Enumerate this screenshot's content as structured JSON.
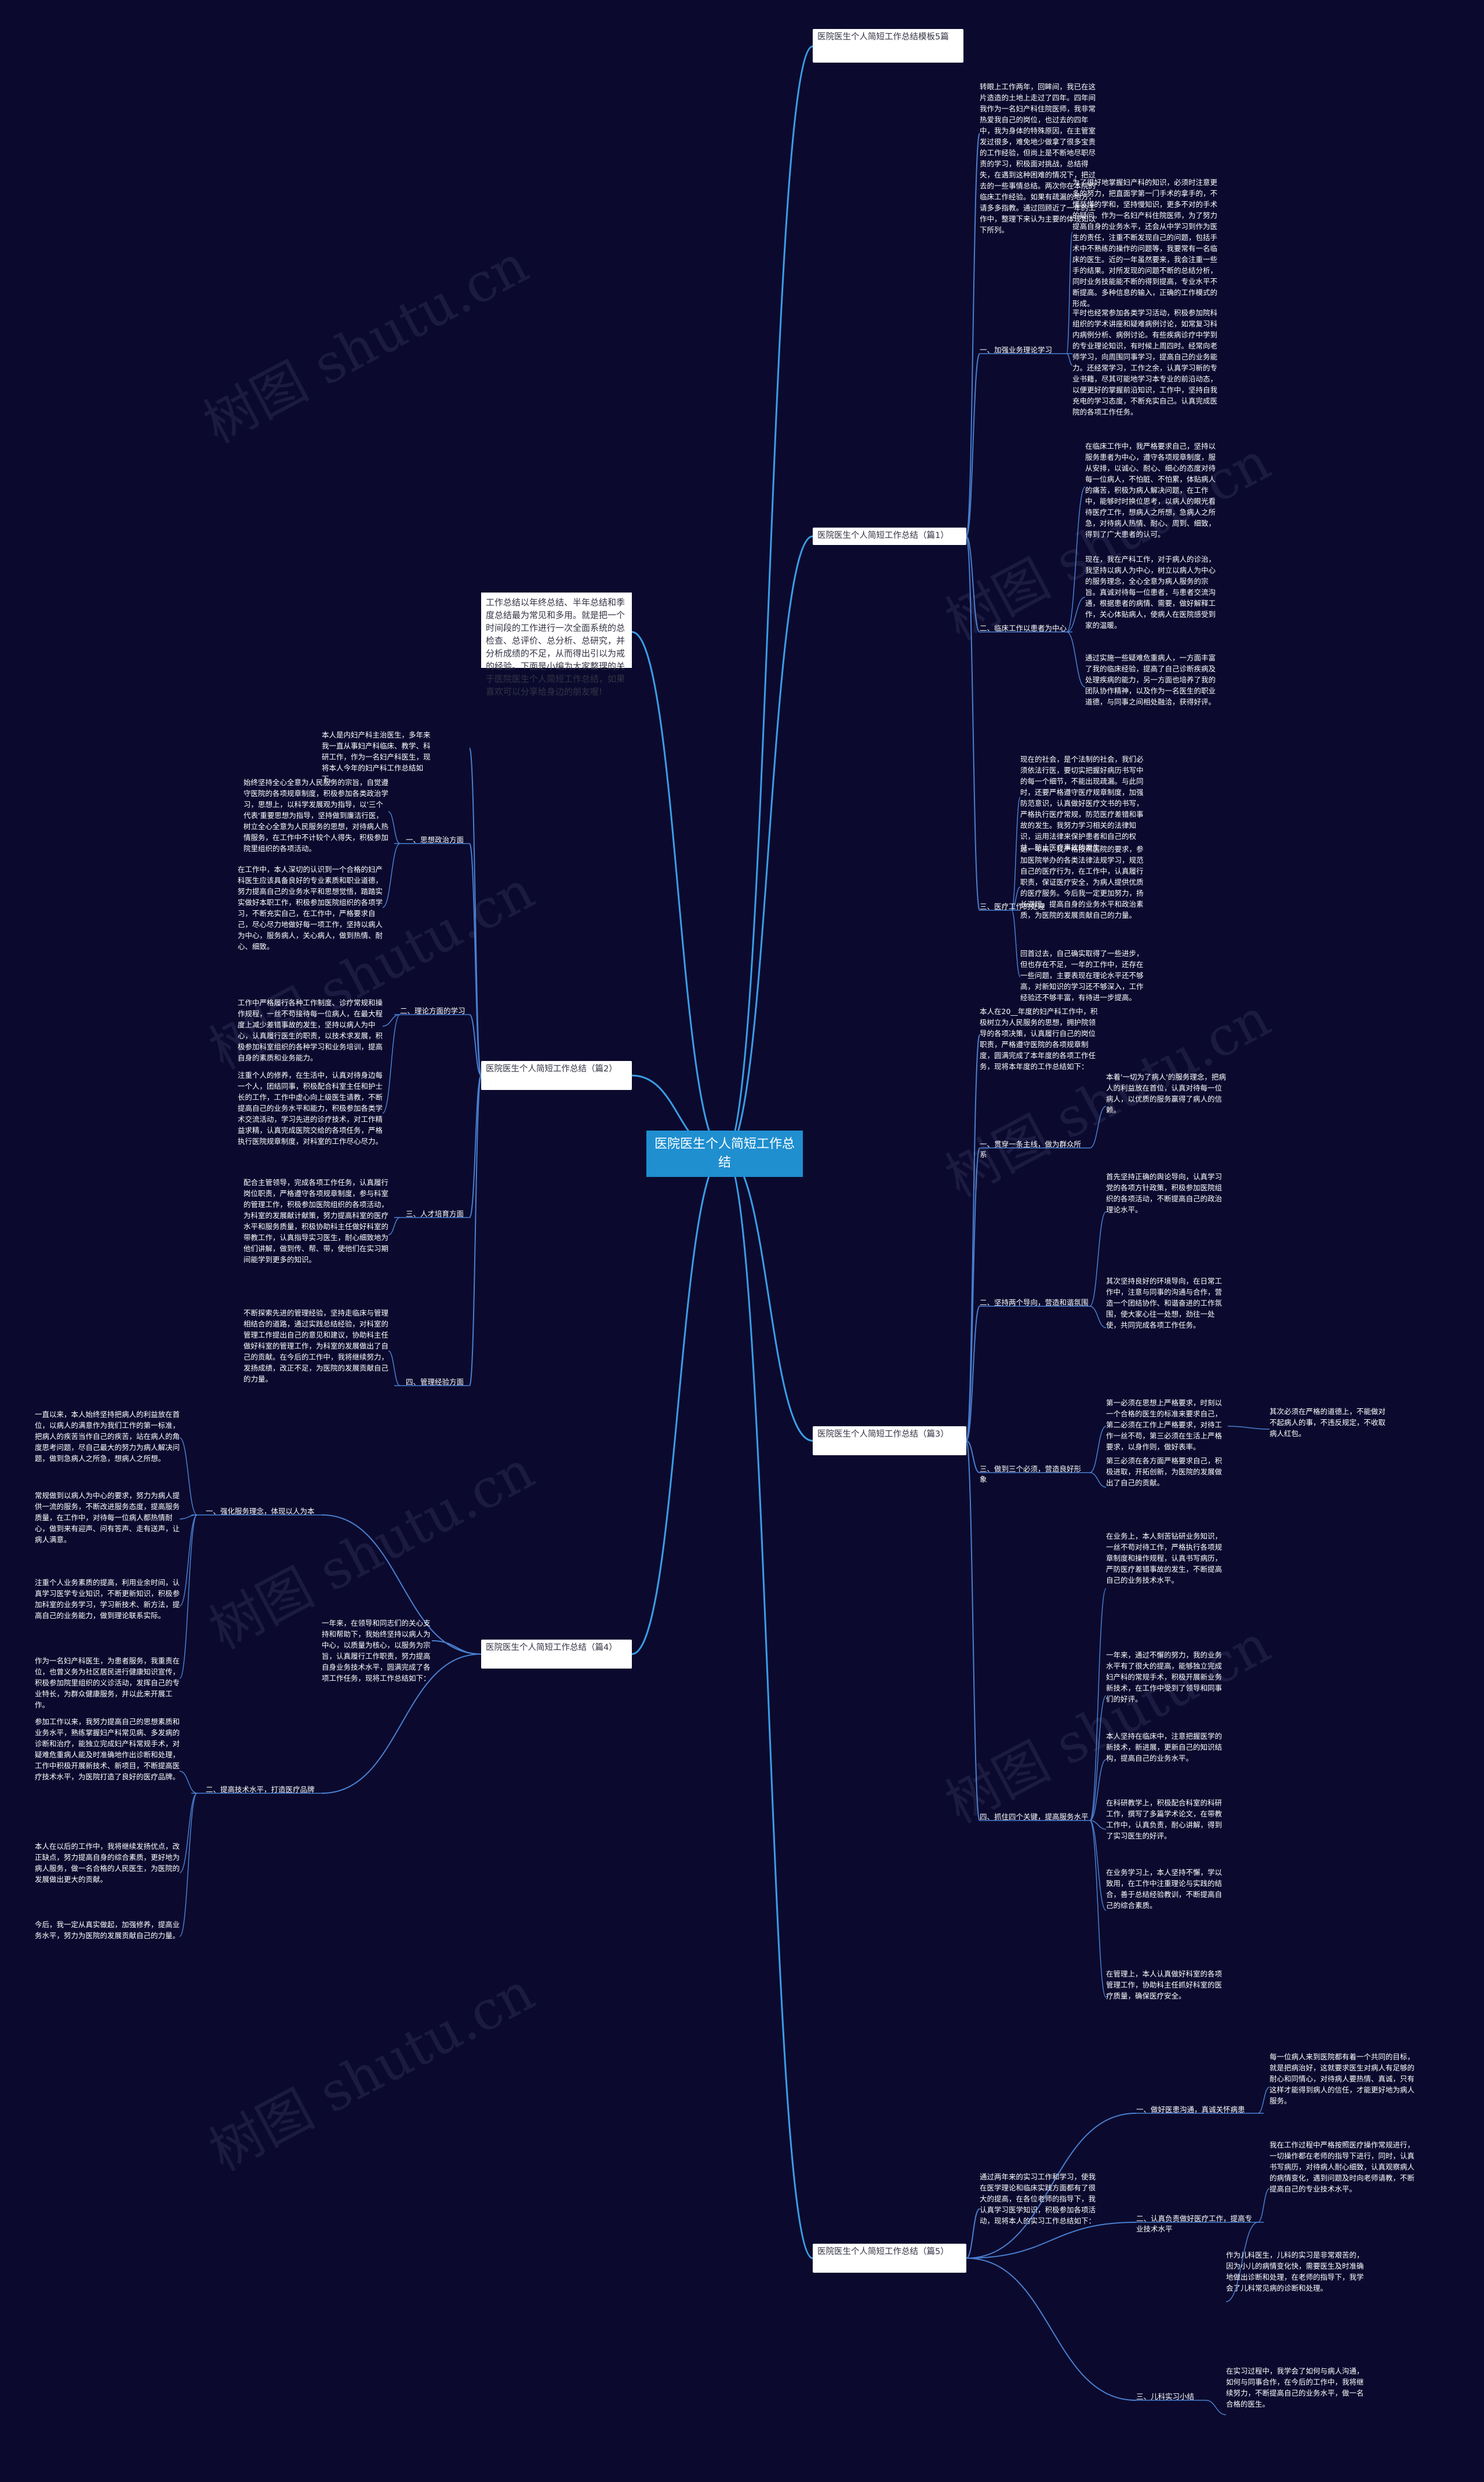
{
  "watermarks": [
    "树图 shutu.cn",
    "树图 shutu.cn",
    "树图 shutu.cn",
    "树图 shutu.cn",
    "树图 shutu.cn",
    "树图 shutu.cn",
    "树图 shutu.cn"
  ],
  "root": "医院医生个人简短工作总结",
  "intro": "工作总结以年终总结、半年总结和季度总结最为常见和多用。就是把一个时间段的工作进行一次全面系统的总检查、总评价、总分析、总研究，并分析成绩的不足，从而得出引以为戒的经验。下面是小编为大家整理的关于医院医生个人简短工作总结，如果喜欢可以分享给身边的朋友喔!",
  "branches": {
    "b1": {
      "title": "医院医生个人简短工作总结模板5篇"
    },
    "b2": {
      "title": "医院医生个人简短工作总结（篇1）",
      "lead": "转眼上工作两年，回眸间，我已在这片造造的土地上走过了四年。四年间我作为一名妇产科住院医师，我非常热爱我自己的岗位，也过去的四年中，我为身体的特殊原因，在主管室发过很多，难免地少做拿了很多宝贵的工作经验，但尚上是不断地尽职尽责的学习，积极面对挑战，总结得失，在遇到这种困难的情况下，把过去的一些事情总结。两次你在本院的临床工作经验。如果有疏漏的地方，请多多指教。通过回顾近了一年的工作中，整理下来认为主要的体现如以下所列。",
      "s1": "一、加强业务理论学习",
      "s1a": "为了很好地掌握妇产科的知识，必须时注意更多的努力，把直面学第一门手术的拿手的，不懂装懂的学和，坚持慢知识，更多不对的手术的疑问，作为一名妇产科住院医师，为了努力提高自身的业务水平，还会从中学习到作为医生的责任，注重不断发现自己的问题，包括手术中不熟练的操作的问题等，我要常有一名临床的医生。近的一年虽然要来，我会注重一些手的结果。对所发现的问题不断的总结分析，同时业务技能能不断的得到提高，专业水平不断提高。多种信息的输入，正确的工作模式的形成。",
      "s1b": "平时也经常参加各类学习活动，积极参加院科组织的学术讲座和疑难病例讨论，如常复习科内病例分析、病例讨论。有些疾病诊疗中学到的专业理论知识，有时候上周四时。经常向老师学习，向周围同事学习，提高自己的业务能力。还经常学习，工作之余，认真学习新的专业书籍，尽其可能地学习本专业的前沿动态，以便更好的掌握前沿知识，工作中，坚持自我充电的学习态度，不断充实自己。认真完成医院的各项工作任务。",
      "s2": "二、临床工作以患者为中心",
      "s2a": "在临床工作中，我严格要求自己，坚持以服务患者为中心，遵守各项规章制度，服从安排，以诚心、耐心、细心的态度对待每一位病人，不怕脏、不怕累，体贴病人的痛苦，积极为病人解决问题，在工作中，能够时时换位思考，以病人的眼光看待医疗工作，想病人之所想，急病人之所急，对待病人热情、耐心、周到、细致，得到了广大患者的认可。",
      "s2b": "现在，我在产科工作，对于病人的诊治，我坚持以病人为中心，树立以病人为中心的服务理念，全心全意为病人服务的宗旨。真诚对待每一位患者，与患者交流沟通，根据患者的病情、需要，做好解释工作，关心体贴病人，使病人在医院感受到家的温暖。",
      "s2c": "通过实施一些疑难危重病人，一方面丰富了我的临床经验，提高了自己诊断疾病及处理疾病的能力，另一方面也培养了我的团队协作精神，以及作为一名医生的职业道德，与同事之间相处融洽，获得好评。",
      "s3": "三、医疗工作的处理",
      "s3a": "现在的社会，是个法制的社会，我们必须依法行医，要切实把握好病历书写中的每一个细节，不能出现疏漏。与此同时，还要严格遵守医疗规章制度，加强防范意识，认真做好医疗文书的书写，严格执行医疗常规，防范医疗差错和事故的发生。我努力学习相关的法律知识，运用法律来保护患者和自己的权益，防止医疗事故的发生。",
      "s3b": "过一年来，我严格按照医院的要求，参加医院举办的各类法律法规学习，规范自己的医疗行为，在工作中，认真履行职责，保证医疗安全，为病人提供优质的医疗服务。今后我一定更加努力，扬长避短，提高自身的业务水平和政治素质，为医院的发展贡献自己的力量。",
      "s3c": "回首过去，自己确实取得了一些进步，但也存在不足，一年的工作中，还存在一些问题，主要表现在理论水平还不够高，对新知识的学习还不够深入，工作经验还不够丰富，有待进一步提高。"
    },
    "b3": {
      "title": "医院医生个人简短工作总结（篇2）",
      "lead": "本人是内妇产科主治医生，多年来我一直从事妇产科临床、教学、科研工作，作为一名妇产科医生，现将本人今年的妇产科工作总结如下。",
      "s1": "一、思想政治方面",
      "s1a": "始终坚持全心全意为人民服务的宗旨，自觉遵守医院的各项规章制度，积极参加各类政治学习，思想上，以科学发展观为指导，以'三个代表'重要思想为指导，坚持做到廉洁行医，树立全心全意为人民服务的思想，对待病人热情服务，在工作中不计较个人得失，积极参加院里组织的各项活动。",
      "s1b": "在工作中，本人深切的认识到一个合格的妇产科医生应该具备良好的专业素质和职业道德，努力提高自己的业务水平和思想觉悟，踏踏实实做好本职工作，积极参加医院组织的各项学习，不断充实自己，在工作中，严格要求自己，尽心尽力地做好每一项工作，坚持以病人为中心，服务病人，关心病人，做到热情、耐心、细致。",
      "s2": "二、理论方面的学习",
      "s2a": "工作中严格履行各种工作制度、诊疗常规和操作规程，一丝不苟接待每一位病人，在最大程度上减少差错事故的发生，坚持以病人为中心，认真履行医生的职责，以技术求发展，积极参加科室组织的各种学习和业务培训，提高自身的素质和业务能力。",
      "s2b": "注重个人的修养，在生活中，认真对待身边每一个人，团结同事，积极配合科室主任和护士长的工作，工作中虚心向上级医生请教，不断提高自己的业务水平和能力，积极参加各类学术交流活动，学习先进的诊疗技术，对工作精益求精，认真完成医院交给的各项任务，严格执行医院规章制度，对科室的工作尽心尽力。",
      "s3": "三、人才培育方面",
      "s3a": "配合主管领导，完成各项工作任务，认真履行岗位职责，严格遵守各项规章制度，参与科室的管理工作，积极参加医院组织的各项活动，为科室的发展献计献策，努力提高科室的医疗水平和服务质量，积极协助科主任做好科室的带教工作，认真指导实习医生，耐心细致地为他们讲解，做到传、帮、带，使他们在实习期间能学到更多的知识。",
      "s4": "四、管理经验方面",
      "s4a": "不断探索先进的管理经验，坚持走临床与管理相结合的道路，通过实践总结经验，对科室的管理工作提出自己的意见和建议，协助科主任做好科室的管理工作，为科室的发展做出了自己的贡献。在今后的工作中，我将继续努力，发扬成绩，改正不足，为医院的发展贡献自己的力量。"
    },
    "b4": {
      "title": "医院医生个人简短工作总结（篇4）",
      "lead": "一年来，在领导和同志们的关心支持和帮助下，我始终坚持以病人为中心，以质量为核心，以服务为宗旨，认真履行工作职责，努力提高自身业务技术水平，圆满完成了各项工作任务，现将工作总结如下：",
      "s1": "一、强化服务理念，体现以人为本",
      "s1a": "一直以来，本人始终坚持把病人的利益放在首位，以病人的满意作为我们工作的第一标准，把病人的疾苦当作自己的疾苦，站在病人的角度思考问题，尽自己最大的努力为病人解决问题，做到急病人之所急，想病人之所想。",
      "s1b": "常规做到以病人为中心的要求，努力为病人提供一流的服务，不断改进服务态度，提高服务质量，在工作中，对待每一位病人都热情耐心，做到来有迎声、问有答声、走有送声，让病人满意。",
      "s1c": "注重个人业务素质的提高，利用业余时间，认真学习医学专业知识，不断更新知识，积极参加科室的业务学习，学习新技术、新方法，提高自己的业务能力，做到理论联系实际。",
      "s1d": "作为一名妇产科医生，为患者服务，我重责在位，也曾义务为社区居民进行健康知识宣传，积极参加院里组织的义诊活动，发挥自己的专业特长，为群众健康服务，并以此来开展工作。",
      "s2": "二、提高技术水平，打造医疗品牌",
      "s2a": "参加工作以来，我努力提高自己的思想素质和业务水平，熟练掌握妇产科常见病、多发病的诊断和治疗，能独立完成妇产科常规手术，对疑难危重病人能及时准确地作出诊断和处理，工作中积极开展新技术、新项目，不断提高医疗技术水平，为医院打造了良好的医疗品牌。",
      "s2b": "本人在以后的工作中，我将继续发扬优点，改正缺点，努力提高自身的综合素质，更好地为病人服务，做一名合格的人民医生，为医院的发展做出更大的贡献。",
      "s2c": "今后，我一定从真实做起，加强修养，提高业务水平，努力为医院的发展贡献自己的力量。"
    },
    "b5": {
      "title": "医院医生个人简短工作总结（篇3）",
      "lead": "本人在20__年度的妇产科工作中，积极树立为人民服务的思想，拥护院领导的各项决策，认真履行自己的岗位职责，严格遵守医院的各项规章制度，圆满完成了本年度的各项工作任务，现将本年度的工作总结如下：",
      "s1": "一、贯穿一条主线，做为群众所系",
      "s1a": "本着'一切为了病人'的服务理念，把病人的利益放在首位，认真对待每一位病人，以优质的服务赢得了病人的信赖。",
      "s2": "二、坚持两个导向，营造和谐氛围",
      "s2a": "首先坚持正确的舆论导向，认真学习党的各项方针政策，积极参加医院组织的各项活动，不断提高自己的政治理论水平。",
      "s2b": "其次坚持良好的环境导向，在日常工作中，注意与同事的沟通与合作，营造一个团结协作、和谐奋进的工作氛围，使大家心往一处想，劲往一处使，共同完成各项工作任务。",
      "s3": "三、做到三个必须，营造良好形象",
      "s3a": "第一必须在思想上严格要求，时刻以一个合格的医生的标准来要求自己，第二必须在工作上严格要求，对待工作一丝不苟，第三必须在生活上严格要求，以身作则，做好表率。",
      "s3b": "第三必须在各方面严格要求自己，积极进取，开拓创新，为医院的发展做出了自己的贡献。",
      "s3note": "其次必须在严格的道德上，不能做对不起病人的事，不违反规定，不收取病人红包。",
      "s4": "四、抓住四个关键，提高服务水平",
      "s4a": "在业务上，本人刻苦钻研业务知识，一丝不苟对待工作，严格执行各项规章制度和操作规程，认真书写病历，严防医疗差错事故的发生，不断提高自己的业务技术水平。",
      "s4b": "一年来，通过不懈的努力，我的业务水平有了很大的提高，能够独立完成妇产科的常规手术，积极开展新业务新技术，在工作中受到了领导和同事们的好评。",
      "s4c": "本人坚持在临床中，注意把握医学的新技术，新进展，更新自己的知识结构，提高自己的业务水平。",
      "s4d": "在科研教学上，积极配合科室的科研工作，撰写了多篇学术论文，在带教工作中，认真负责，耐心讲解，得到了实习医生的好评。",
      "s4e": "在业务学习上，本人坚持不懈，学以致用，在工作中注重理论与实践的结合，善于总结经验教训，不断提高自己的综合素质。",
      "s4f": "在管理上，本人认真做好科室的各项管理工作，协助科主任抓好科室的医疗质量，确保医疗安全。"
    },
    "b6": {
      "title": "医院医生个人简短工作总结（篇5）",
      "lead": "通过两年来的实习工作和学习，使我在医学理论和临床实践方面都有了很大的提高，在各位老师的指导下，我认真学习医学知识，积极参加各项活动，现将本人的实习工作总结如下：",
      "s1": "一、做好医患沟通，真诚关怀病患",
      "s1a": "每一位病人来到医院都有着一个共同的目标，就是把病治好，这就要求医生对病人有足够的耐心和同情心，对待病人要热情、真诚，只有这样才能得到病人的信任，才能更好地为病人服务。",
      "s2": "二、认真负责做好医疗工作，提高专业技术水平",
      "s2a": "我在工作过程中严格按照医疗操作常规进行，一切操作都在老师的指导下进行，同时，认真书写病历，对待病人耐心细致，认真观察病人的病情变化，遇到问题及时向老师请教，不断提高自己的专业技术水平。",
      "s2b": "作为儿科医生，儿科的实习是非常艰苦的，因为小儿的病情变化快，需要医生及时准确地做出诊断和处理，在老师的指导下，我学会了儿科常见病的诊断和处理。",
      "s3": "三、儿科实习小结",
      "s3a": "在实习过程中，我学会了如何与病人沟通，如何与同事合作，在今后的工作中，我将继续努力，不断提高自己的业务水平，做一名合格的医生。"
    }
  }
}
